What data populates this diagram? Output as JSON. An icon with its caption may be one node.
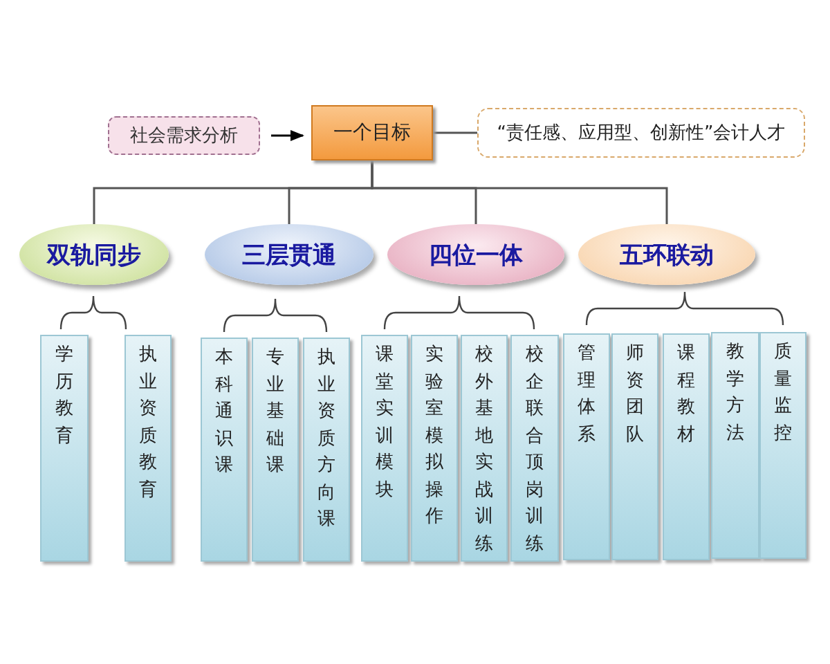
{
  "diagram": {
    "nodes": [
      {
        "text": [
          "社会需求分析"
        ]
      },
      {
        "text": [
          "一个目标"
        ]
      },
      {
        "text": [
          "“责任感、应用型、创新性”会计人才"
        ]
      },
      {
        "text": [
          "双轨同步"
        ]
      },
      {
        "text": [
          "三层贯通"
        ]
      },
      {
        "text": [
          "四位一体"
        ]
      },
      {
        "text": [
          "五环联动"
        ]
      },
      {
        "text": [
          "学历教育"
        ]
      },
      {
        "text": [
          "执业资质教育"
        ]
      },
      {
        "text": [
          "本科通识课"
        ]
      },
      {
        "text": [
          "专业基础课"
        ]
      },
      {
        "text": [
          "执业资质方向课"
        ]
      },
      {
        "text": [
          "课堂实训模块"
        ]
      },
      {
        "text": [
          "实验室模拟操作"
        ]
      },
      {
        "text": [
          "校外基地实战训练"
        ]
      },
      {
        "text": [
          "校企联合顶岗训练"
        ]
      },
      {
        "text": [
          "管理体系"
        ]
      },
      {
        "text": [
          "师资团队"
        ]
      },
      {
        "text": [
          "课程教材"
        ]
      },
      {
        "text": [
          "教学方法"
        ]
      },
      {
        "text": [
          "质量监控"
        ]
      }
    ],
    "edges": [
      {
        "from": 0,
        "to": 1,
        "arrow": "to"
      },
      {
        "from": 1,
        "to": 2,
        "arrow": "none"
      },
      {
        "from": 1,
        "to": 3,
        "arrow": "none"
      },
      {
        "from": 1,
        "to": 4,
        "arrow": "none"
      },
      {
        "from": 1,
        "to": 5,
        "arrow": "none"
      },
      {
        "from": 1,
        "to": 6,
        "arrow": "none"
      }
    ]
  }
}
